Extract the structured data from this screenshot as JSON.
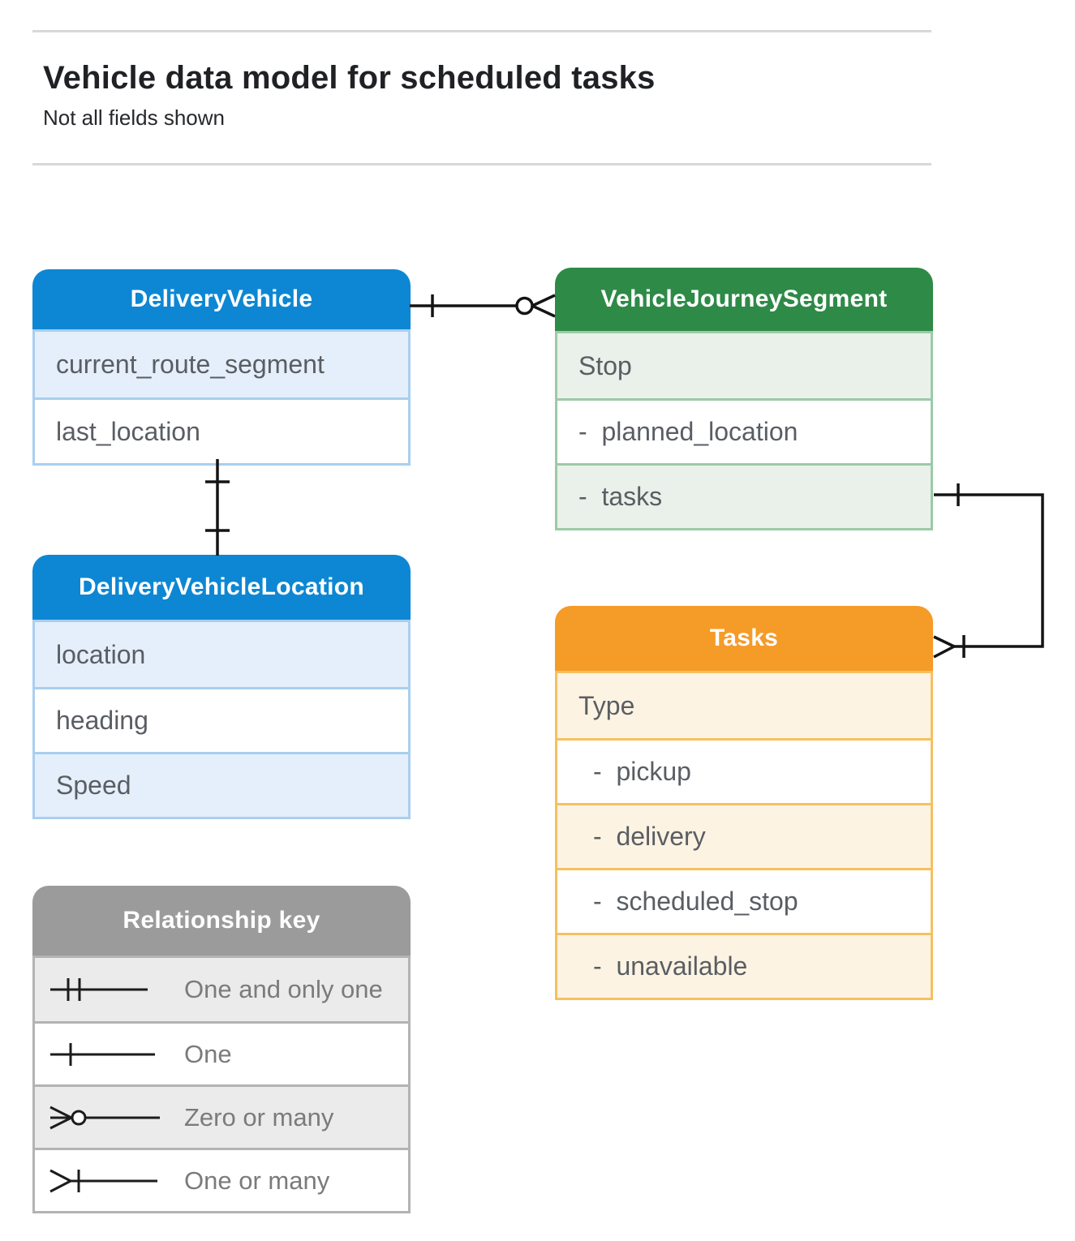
{
  "header": {
    "title": "Vehicle data model for scheduled tasks",
    "subtitle": "Not all fields shown"
  },
  "entities": {
    "delivery_vehicle": {
      "title": "DeliveryVehicle",
      "fields": [
        "current_route_segment",
        "last_location"
      ]
    },
    "vehicle_journey_segment": {
      "title": "VehicleJourneySegment",
      "fields": [
        "Stop",
        "-  planned_location",
        "-  tasks"
      ]
    },
    "delivery_vehicle_location": {
      "title": "DeliveryVehicleLocation",
      "fields": [
        "location",
        "heading",
        "Speed"
      ]
    },
    "tasks": {
      "title": "Tasks",
      "fields": [
        "Type",
        "-  pickup",
        "-  delivery",
        "-  scheduled_stop",
        "-  unavailable"
      ]
    }
  },
  "relationship_key": {
    "title": "Relationship key",
    "items": [
      {
        "symbol": "one-and-only-one",
        "label": "One and only one"
      },
      {
        "symbol": "one",
        "label": "One"
      },
      {
        "symbol": "zero-or-many",
        "label": "Zero or many"
      },
      {
        "symbol": "one-or-many",
        "label": "One or many"
      }
    ]
  },
  "connectors": [
    {
      "from": "DeliveryVehicle",
      "to": "VehicleJourneySegment",
      "from_cardinality": "one",
      "to_cardinality": "zero-or-many"
    },
    {
      "from": "DeliveryVehicle",
      "to": "DeliveryVehicleLocation",
      "from_cardinality": "one",
      "to_cardinality": "one"
    },
    {
      "from": "VehicleJourneySegment.tasks",
      "to": "Tasks",
      "from_cardinality": "one",
      "to_cardinality": "one-or-many"
    }
  ],
  "colors": {
    "blue_header": "#0d87d3",
    "blue_row": "#e4effb",
    "blue_border": "#a9cfee",
    "green_header": "#2e8a47",
    "green_row": "#e9f1ea",
    "green_border": "#9ccaa7",
    "orange_header": "#f59b27",
    "orange_row": "#fdf3e3",
    "orange_border": "#f6c05f",
    "gray_header": "#9b9b9b",
    "gray_row": "#ebebeb",
    "gray_border": "#b3b3b3",
    "field_text": "#5a5e63",
    "connector": "#141414"
  }
}
